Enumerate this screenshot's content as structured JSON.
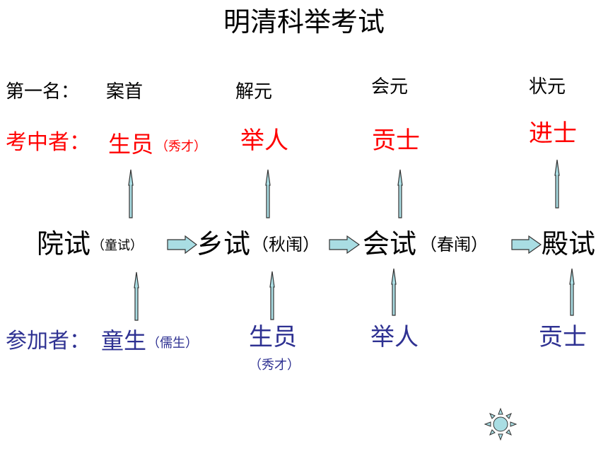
{
  "title": "明清科举考试",
  "rows": {
    "first_place_label": "第一名：",
    "passer_label": "考中者：",
    "participant_label": "参加者："
  },
  "stages": [
    {
      "name": "院试",
      "note": "（童试）",
      "first_place": "案首",
      "passer": "生员",
      "passer_note": "（秀才）",
      "participant": "童生",
      "participant_note": "（儒生）"
    },
    {
      "name": "乡试",
      "note": "（秋闱）",
      "first_place": "解元",
      "passer": "举人",
      "participant": "生员",
      "participant_note": "（秀才）"
    },
    {
      "name": "会试",
      "note": "（春闱）",
      "first_place": "会元",
      "passer": "贡士",
      "participant": "举人"
    },
    {
      "name": "殿试",
      "first_place": "状元",
      "passer": "进士",
      "participant": "贡士"
    }
  ],
  "colors": {
    "passer": "#ff0000",
    "participant": "#2e3192",
    "arrow_fill": "#a9dde3",
    "arrow_stroke": "#333333"
  },
  "decoration_icon": "sun-icon"
}
